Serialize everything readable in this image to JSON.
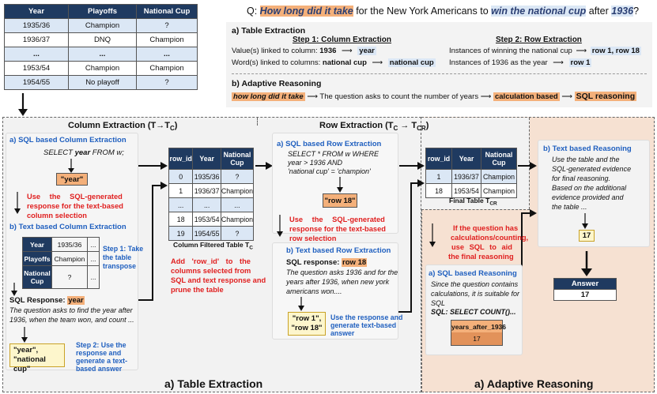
{
  "source_table": {
    "headers": [
      "Year",
      "Playoffs",
      "National Cup"
    ],
    "rows": [
      [
        "1935/36",
        "Champion",
        "?"
      ],
      [
        "1936/37",
        "DNQ",
        "Champion"
      ],
      [
        "...",
        "...",
        "..."
      ],
      [
        "1953/54",
        "Champion",
        "Champion"
      ],
      [
        "1954/55",
        "No playoff",
        "?"
      ]
    ]
  },
  "question": {
    "prefix": "Q: ",
    "part1": "How long did it take",
    "part2": " for the New York Americans to ",
    "part3": "win the national cup",
    "part4": " after ",
    "part5": "1936",
    "part6": "?"
  },
  "top_box": {
    "section_a": "a) Table Extraction",
    "step1_title": "Step 1: Column Extraction",
    "step2_title": "Step 2: Row Extraction",
    "values_linked": "Value(s) linked to column: ",
    "val_1936": "1936",
    "col_year": "year",
    "words_linked": "Word(s) linked to columns: ",
    "word_nc": "national cup",
    "col_nc": "national cup",
    "inst_winning": "Instances of winning the national cup",
    "rows_1_18": "row 1, row 18",
    "inst_1936": "Instances of 1936 as the year",
    "row_1": "row 1",
    "section_b": "b) Adaptive Reasoning",
    "hl_q": "how long did it take",
    "chain1": "The question asks to count the number of years",
    "chain2": "calculation based",
    "chain3": "SQL reasoning",
    "arrow": "⟶"
  },
  "col_extraction": {
    "title": "Column Extraction (T→T",
    "title_sub": "C",
    "title_end": ")",
    "sql_title": "a) SQL based Column Extraction",
    "sql_code_1": "SELECT ",
    "sql_code_year": "year",
    "sql_code_2": " FROM w;",
    "sql_result": "\"year\"",
    "use_resp_1": "Use the SQL-generated",
    "use_resp_2": "response for the text-based",
    "use_resp_3": "column selection",
    "text_title": "b) Text based Column Extraction",
    "transpose": {
      "rows": [
        [
          "Year",
          "1935/36",
          "..."
        ],
        [
          "Playoffs",
          "Champion",
          "..."
        ],
        [
          "National Cup",
          "?",
          "..."
        ]
      ]
    },
    "step1_1": "Step 1: Take",
    "step1_2": "the table",
    "step1_3": "transpose",
    "sql_resp_label": "SQL Response: ",
    "sql_resp_val": "year",
    "reason_1": "The question asks to find the year after",
    "reason_2": "1936, when the team won, and count ...",
    "answer_1": "\"year\",",
    "answer_2": "\"national cup\"",
    "step2_1": "Step 2: Use the",
    "step2_2": "response and",
    "step2_3": "generate a text-",
    "step2_4": "based answer"
  },
  "filtered_table": {
    "headers": [
      "row_id",
      "Year",
      "National Cup"
    ],
    "rows": [
      [
        "0",
        "1935/36",
        "?"
      ],
      [
        "1",
        "1936/37",
        "Champion"
      ],
      [
        "...",
        "...",
        "..."
      ],
      [
        "18",
        "1953/54",
        "Champion"
      ],
      [
        "19",
        "1954/55",
        "?"
      ]
    ],
    "caption": "Column Filtered Table T",
    "caption_sub": "C",
    "note_1": "Add 'row_id' to the",
    "note_2": "columns selected from",
    "note_3": "SQL and text response and",
    "note_4": "prune the table"
  },
  "row_extraction": {
    "title": "Row Extraction (T",
    "title_sub1": "C",
    "title_mid": " → T",
    "title_sub2": "CR",
    "title_end": ")",
    "sql_title": "a) SQL based Row Extraction",
    "sql_1": "SELECT * FROM w WHERE",
    "sql_2": "year > 1936 AND",
    "sql_3": "'national cup' = 'champion'",
    "sql_result": "\"row 18\"",
    "use_1": "Use the SQL-generated",
    "use_2": "response for the text-based",
    "use_3": "row selection",
    "text_title": "b) Text based Row Extraction",
    "sql_resp_label": "SQL response: ",
    "sql_resp_val": "row 18",
    "reason_1": "The question asks 1936 and for the",
    "reason_2": "years after 1936, when new york",
    "reason_3": "americans won....",
    "answer_1": "\"row 1\",",
    "answer_2": "\"row 18\"",
    "use_resp_1": "Use the response and",
    "use_resp_2": "generate text-based",
    "use_resp_3": "answer"
  },
  "final_table": {
    "headers": [
      "row_id",
      "Year",
      "National Cup"
    ],
    "rows": [
      [
        "1",
        "1936/37",
        "Champion"
      ],
      [
        "18",
        "1953/54",
        "Champion"
      ]
    ],
    "caption": "Final Table T",
    "caption_sub": "CR"
  },
  "adaptive": {
    "calc_note_1": "If the question has",
    "calc_note_2": "calculations/counting,",
    "calc_note_3": "use SQL to aid",
    "calc_note_4": "the final reasoning",
    "sql_title": "a) SQL based Reasoning",
    "sql_1": "Since the question contains",
    "sql_2": "calculations, it is suitable for",
    "sql_3": "SQL",
    "sql_code": "SQL: SELECT COUNT()...",
    "result_header": "years_after_1936",
    "result_value": "17",
    "text_title": "b) Text based Reasoning",
    "text_1": "Use the table and the",
    "text_2": "SQL-generated evidence",
    "text_3": "for final reasoning.",
    "text_4": "Based on the additional",
    "text_5": "evidence provided and",
    "text_6": "the table ...",
    "text_value": "17",
    "answer_label": "Answer",
    "answer_value": "17"
  },
  "footer": {
    "left": "a) Table Extraction",
    "right": "a) Adaptive Reasoning"
  },
  "colors": {
    "header_navy": "#1f3a60",
    "light_blue": "#dbe7f5",
    "orange": "#f4b07a",
    "peach_bg": "#f6e1d2",
    "red": "#e02020",
    "blue": "#1f5fbf",
    "yellow": "#fdf6cc"
  }
}
